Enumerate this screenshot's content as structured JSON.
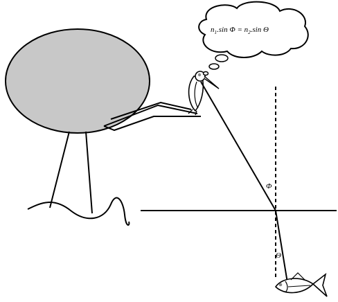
{
  "thought_bubble": {
    "n1": "n",
    "n1_sub": "1",
    "left_mid": ".sin Φ = n",
    "n2_sub": "2",
    "right_end": ".sin Θ"
  },
  "angles": {
    "phi": "Φ",
    "theta": "Θ"
  }
}
